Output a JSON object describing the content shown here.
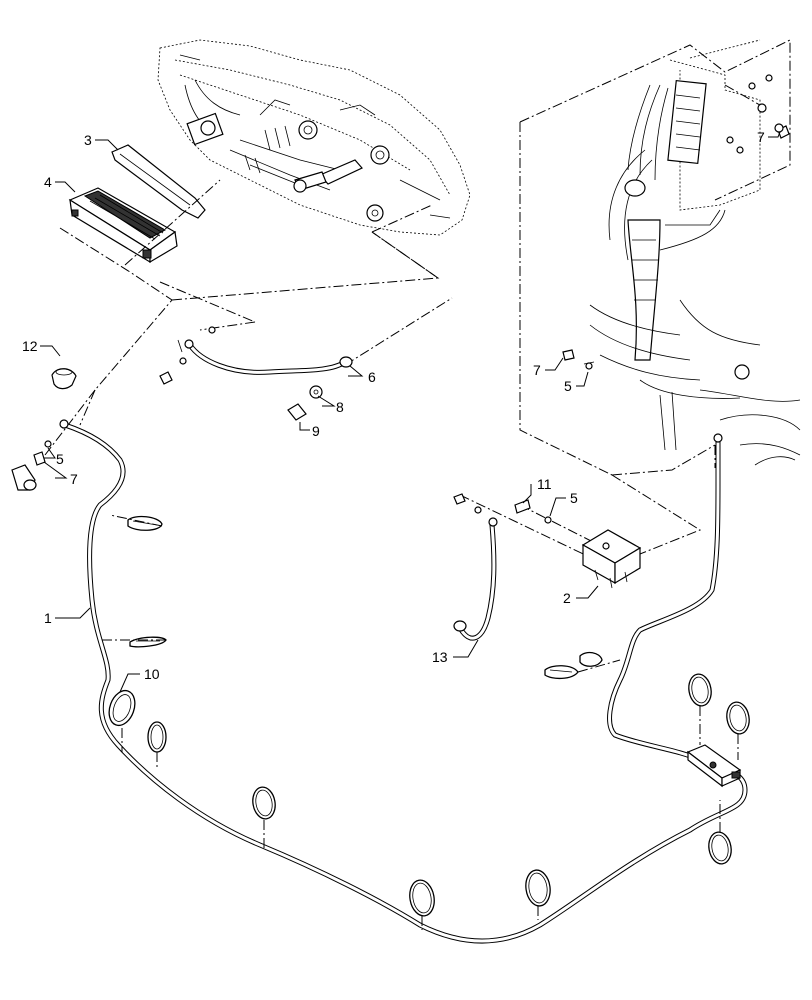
{
  "callouts": {
    "c1": "1",
    "c2": "2",
    "c3": "3",
    "c4": "4",
    "c5a": "5",
    "c5b": "5",
    "c5c": "5",
    "c6": "6",
    "c7a": "7",
    "c7b": "7",
    "c7c": "7",
    "c8": "8",
    "c9": "9",
    "c10": "10",
    "c11": "11",
    "c12": "12",
    "c13": "13"
  },
  "colors": {
    "line": "#000000",
    "background": "#ffffff"
  }
}
